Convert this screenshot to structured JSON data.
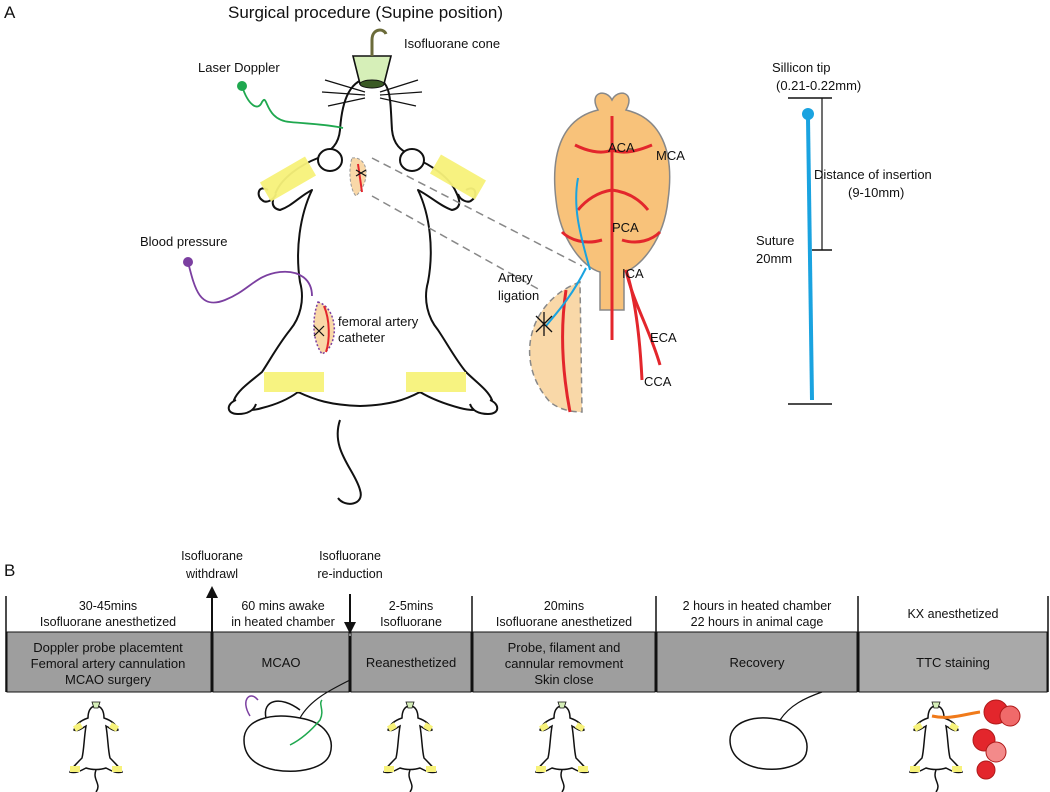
{
  "panel_a": {
    "letter": "A",
    "title": "Surgical procedure (Supine position)",
    "labels": {
      "isoflurane_cone": "Isofluorane cone",
      "laser_doppler": "Laser Doppler",
      "blood_pressure": "Blood pressure",
      "femoral_line1": "femoral artery",
      "femoral_line2": "catheter",
      "artery_line1": "Artery",
      "artery_line2": "ligation",
      "aca": "ACA",
      "mca": "MCA",
      "pca": "PCA",
      "ica": "ICA",
      "eca": "ECA",
      "cca": "CCA",
      "tip_line1": "Sillicon tip",
      "tip_line2": "(0.21-0.22mm)",
      "dist_line1": "Distance of insertion",
      "dist_line2": "(9-10mm)",
      "suture_line1": "Suture",
      "suture_line2": "20mm"
    }
  },
  "panel_b": {
    "letter": "B",
    "arrows": [
      {
        "line1": "Isofluorane",
        "line2": "withdrawl"
      },
      {
        "line1": "Isofluorane",
        "line2": "re-induction"
      }
    ],
    "stages": [
      {
        "top": [
          "30-45mins",
          "Isofluorane anesthetized"
        ],
        "box": [
          "Doppler probe placemtent",
          "Femoral artery cannulation",
          "MCAO surgery"
        ]
      },
      {
        "top": [
          "60 mins awake",
          "in heated chamber"
        ],
        "box": [
          "MCAO"
        ]
      },
      {
        "top": [
          "2-5mins",
          "Isofluorane"
        ],
        "box": [
          "Reanesthetized"
        ]
      },
      {
        "top": [
          "20mins",
          "Isofluorane anesthetized"
        ],
        "box": [
          "Probe, filament and",
          "cannular removment",
          "Skin close"
        ]
      },
      {
        "top": [
          "2 hours in heated chamber",
          "22 hours in animal cage"
        ],
        "box": [
          "Recovery"
        ]
      },
      {
        "top": [
          "KX anesthetized"
        ],
        "box": [
          "TTC staining"
        ]
      }
    ]
  },
  "colors": {
    "tape": "#f7f27a",
    "skin": "#f9d8a8",
    "brain": "#f8c27a",
    "artery": "#e3262c",
    "suture": "#1aa3e0",
    "doppler": "#1fa84f",
    "pressure": "#7b3fa0",
    "box": "#9e9e9e"
  }
}
